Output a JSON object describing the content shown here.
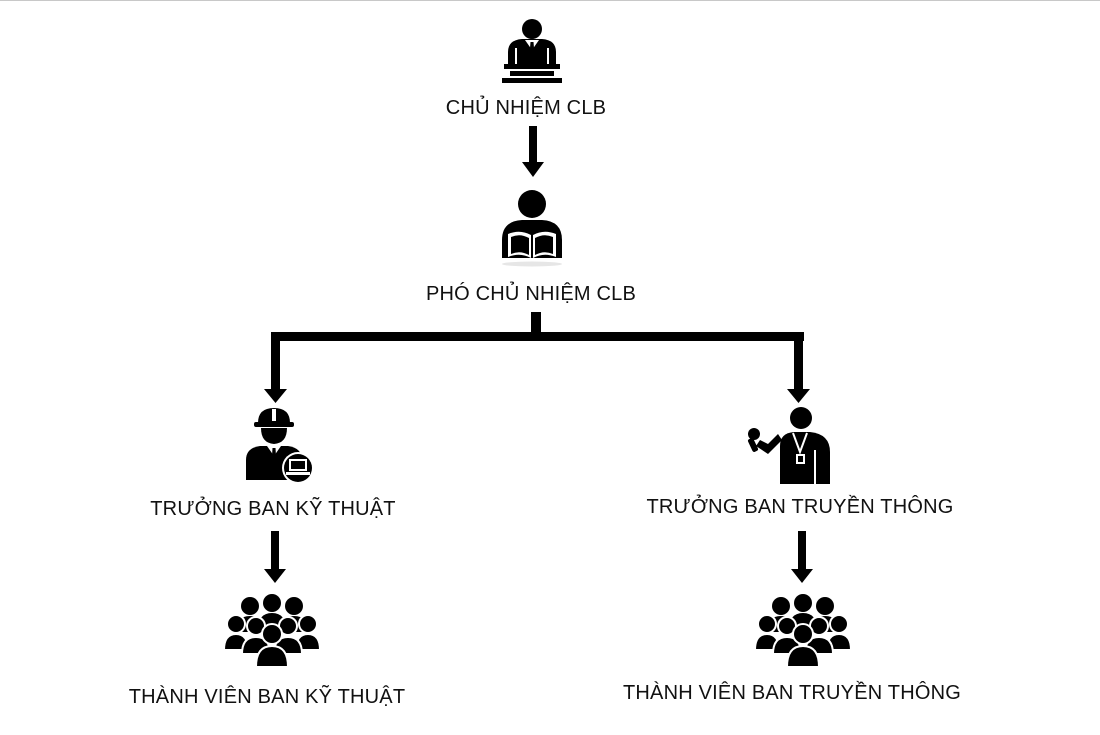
{
  "org_chart": {
    "nodes": {
      "chairman": {
        "label": "CHỦ NHIỆM CLB",
        "icon": "chairman-at-desk-icon"
      },
      "vice_chairman": {
        "label": "PHÓ CHỦ NHIỆM CLB",
        "icon": "person-reading-book-icon"
      },
      "tech_lead": {
        "label": "TRƯỞNG BAN KỸ THUẬT",
        "icon": "engineer-with-laptop-icon"
      },
      "media_lead": {
        "label": "TRƯỞNG BAN TRUYỀN THÔNG",
        "icon": "reporter-with-microphone-icon"
      },
      "tech_members": {
        "label": "THÀNH VIÊN BAN KỸ THUẬT",
        "icon": "group-of-people-icon"
      },
      "media_members": {
        "label": "THÀNH VIÊN BAN TRUYỀN THÔNG",
        "icon": "group-of-people-icon"
      }
    },
    "edges": [
      {
        "from": "chairman",
        "to": "vice_chairman"
      },
      {
        "from": "vice_chairman",
        "to": "tech_lead"
      },
      {
        "from": "vice_chairman",
        "to": "media_lead"
      },
      {
        "from": "tech_lead",
        "to": "tech_members"
      },
      {
        "from": "media_lead",
        "to": "media_members"
      }
    ],
    "colors": {
      "ink": "#000000",
      "text": "#111111",
      "background": "#ffffff"
    }
  }
}
